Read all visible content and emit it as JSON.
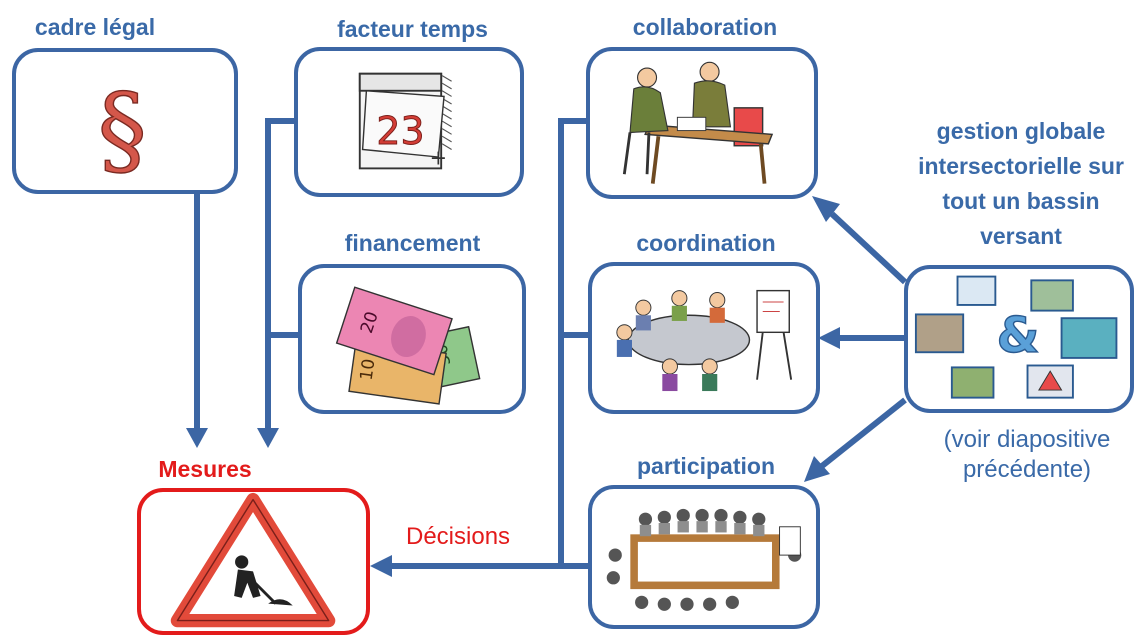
{
  "nodes": {
    "cadre_legal": {
      "label": "cadre légal",
      "icon": "section-sign-icon",
      "glyph": "§"
    },
    "facteur_temps": {
      "label": "facteur temps",
      "icon": "calendar-icon",
      "day": "23",
      "plus": "+"
    },
    "financement": {
      "label": "financement",
      "icon": "banknotes-icon",
      "notes": [
        "20",
        "10",
        "50"
      ]
    },
    "collaboration": {
      "label": "collaboration",
      "icon": "people-at-table-icon"
    },
    "coordination": {
      "label": "coordination",
      "icon": "round-table-meeting-icon"
    },
    "participation": {
      "label": "participation",
      "icon": "assembly-meeting-icon"
    },
    "gestion": {
      "label_lines": [
        "gestion globale",
        "intersectorielle sur",
        "tout un bassin",
        "versant"
      ],
      "icon": "watershed-collage-icon",
      "ampersand": "&"
    },
    "mesures": {
      "label": "Mesures",
      "icon": "roadworks-sign-icon"
    }
  },
  "note_lines": [
    "(voir diapositive",
    "précédente)"
  ],
  "decisions_label": "Décisions",
  "colors": {
    "connector": "#3c66a4",
    "label": "#3a6aa8",
    "highlight": "#e31b1b"
  }
}
